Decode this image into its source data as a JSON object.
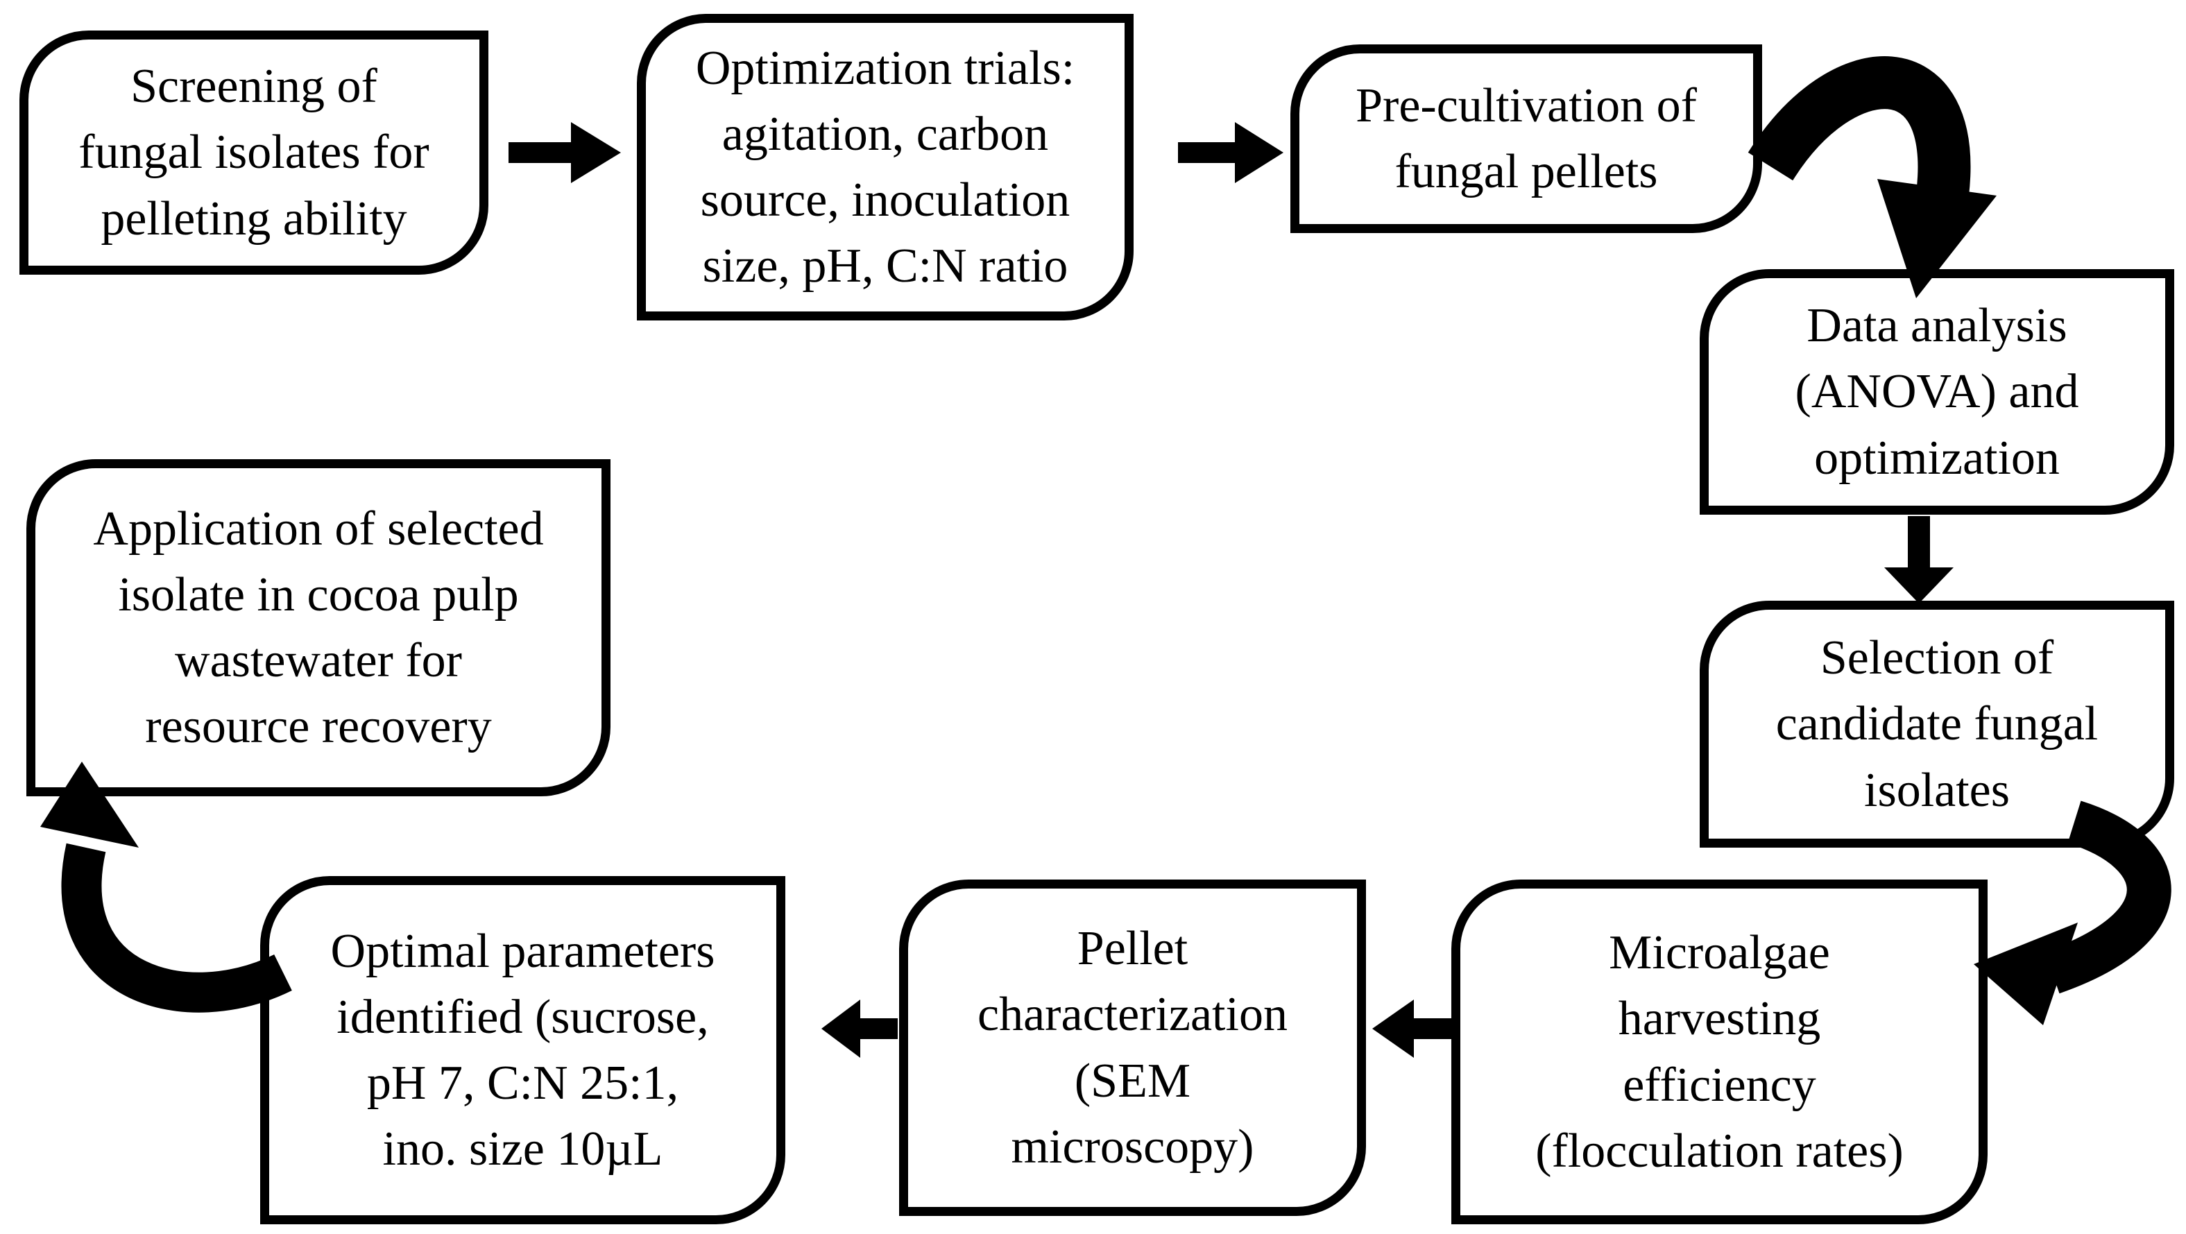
{
  "figure": {
    "type": "flowchart",
    "background_color": "#ffffff",
    "ink_color": "#000000",
    "steps": [
      {
        "id": "screening",
        "text": "Screening of\nfungal isolates for\npelleting ability"
      },
      {
        "id": "optimization-trials",
        "text": "Optimization trials:\nagitation, carbon\nsource, inoculation\nsize, pH, C:N ratio"
      },
      {
        "id": "precultivation",
        "text": "Pre-cultivation of\nfungal pellets"
      },
      {
        "id": "data-analysis",
        "text": "Data analysis\n(ANOVA) and\noptimization"
      },
      {
        "id": "selection",
        "text": "Selection of\ncandidate fungal\nisolates"
      },
      {
        "id": "microalgae-harvesting",
        "text": "Microalgae\nharvesting\nefficiency\n(flocculation rates)"
      },
      {
        "id": "pellet-characterization",
        "text": "Pellet\ncharacterization\n(SEM\nmicroscopy)"
      },
      {
        "id": "optimal-parameters",
        "text": "Optimal parameters\nidentified (sucrose,\npH 7, C:N 25:1,\nino. size 10µL"
      },
      {
        "id": "application",
        "text": "Application of selected\nisolate in cocoa pulp\nwastewater for\nresource recovery"
      }
    ],
    "connections": [
      {
        "from": "screening",
        "to": "optimization-trials",
        "style": "straight-block-arrow",
        "direction": "right"
      },
      {
        "from": "optimization-trials",
        "to": "precultivation",
        "style": "straight-block-arrow",
        "direction": "right"
      },
      {
        "from": "precultivation",
        "to": "data-analysis",
        "style": "curved-arrow",
        "direction": "right-then-down"
      },
      {
        "from": "data-analysis",
        "to": "selection",
        "style": "straight-block-arrow",
        "direction": "down"
      },
      {
        "from": "selection",
        "to": "microalgae-harvesting",
        "style": "curved-arrow",
        "direction": "down-then-left"
      },
      {
        "from": "microalgae-harvesting",
        "to": "pellet-characterization",
        "style": "straight-block-arrow",
        "direction": "left"
      },
      {
        "from": "pellet-characterization",
        "to": "optimal-parameters",
        "style": "straight-block-arrow",
        "direction": "left"
      },
      {
        "from": "optimal-parameters",
        "to": "application",
        "style": "curved-arrow",
        "direction": "left-then-up"
      }
    ]
  }
}
